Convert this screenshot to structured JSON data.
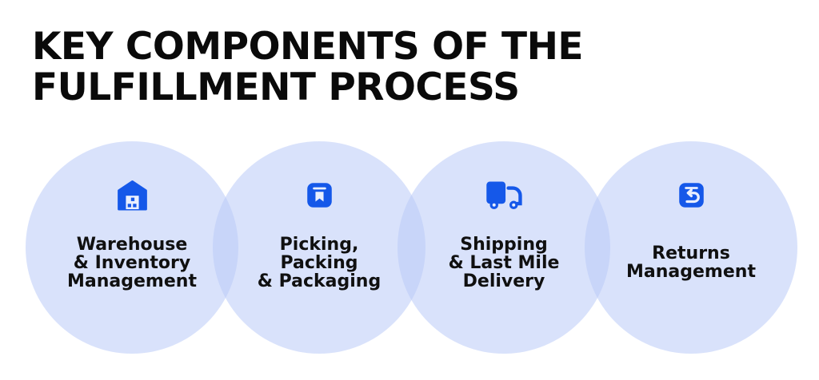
{
  "title": {
    "line1": "KEY COMPONENTS OF THE",
    "line2": "FULFILLMENT PROCESS"
  },
  "colors": {
    "icon_blue": "#1558E9",
    "icon_cutout": "#E9EFFE",
    "circle_fill": "rgba(186,202,248,0.55)",
    "circle_fill_hex_on_white": "#D9E2FB",
    "circle_overlap_hex": "#C5D3F8",
    "title_text": "#0A0A0A",
    "label_text": "#101010",
    "background": "#FFFFFF"
  },
  "components": [
    {
      "name": "warehouse-inventory-management",
      "icon": "warehouse-icon",
      "label_lines": [
        "Warehouse",
        "& Inventory",
        "Management"
      ]
    },
    {
      "name": "picking-packing-packaging",
      "icon": "package-icon",
      "label_lines": [
        "Picking,",
        "Packing",
        "& Packaging"
      ]
    },
    {
      "name": "shipping-last-mile-delivery",
      "icon": "delivery-truck-icon",
      "label_lines": [
        "Shipping",
        "& Last Mile",
        "Delivery"
      ]
    },
    {
      "name": "returns-management",
      "icon": "return-icon",
      "label_lines": [
        "Returns",
        "Management"
      ]
    }
  ]
}
